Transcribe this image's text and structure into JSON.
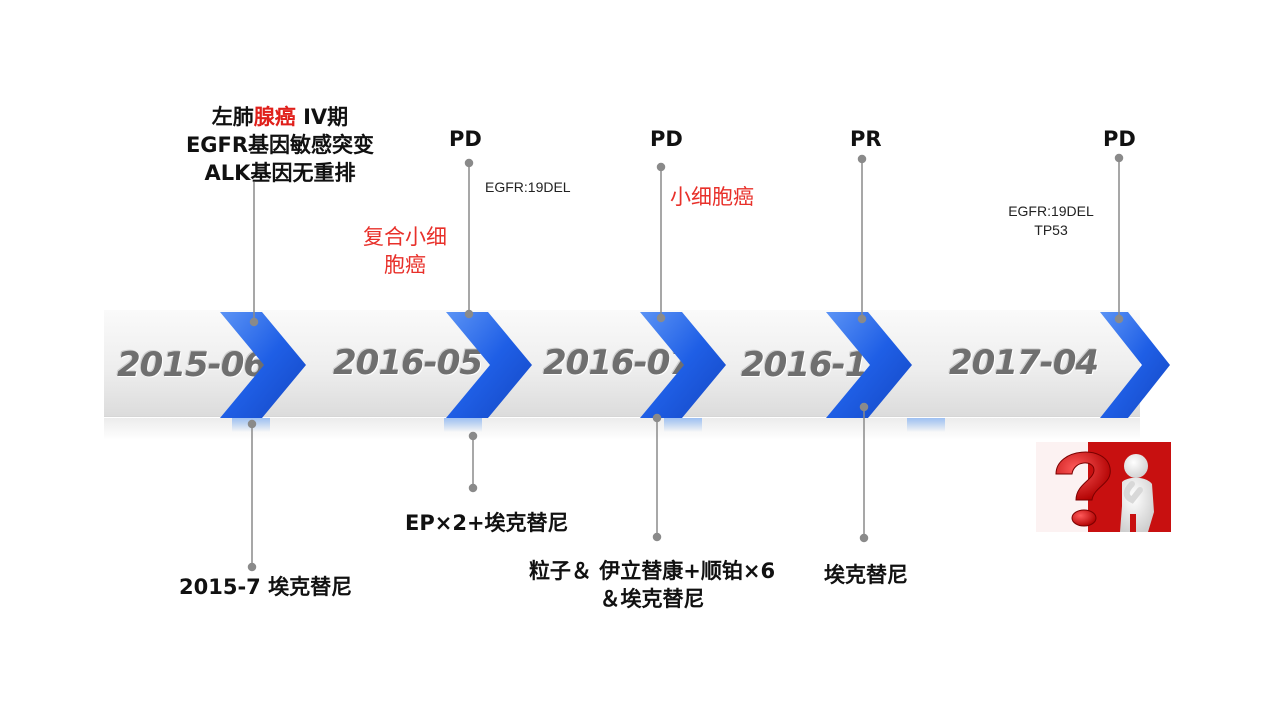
{
  "timeline": {
    "years": [
      "2015-06",
      "2016-05",
      "2016-07",
      "2016-12",
      "2017-04"
    ]
  },
  "top": {
    "diagnosis_line1_prefix": "左肺",
    "diagnosis_line1_red": "腺癌",
    "diagnosis_line1_suffix": " IV期",
    "diagnosis_line2": "EGFR基因敏感突变",
    "diagnosis_line3": "ALK基因无重排",
    "status_1": "PD",
    "status_2": "PD",
    "status_3": "PR",
    "status_4": "PD",
    "mutation_1": "EGFR:19DEL",
    "pathology_1_line1": "复合小细",
    "pathology_1_line2": "胞癌",
    "pathology_2": "小细胞癌",
    "mutation_2_line1": "EGFR:19DEL",
    "mutation_2_line2": "TP53"
  },
  "bottom": {
    "treatment_1": "2015-7 埃克替尼",
    "treatment_2": "EP×2+埃克替尼",
    "treatment_3_line1": "粒子＆ 伊立替康+顺铂×6",
    "treatment_3_line2": "＆埃克替尼",
    "treatment_4": "埃克替尼"
  },
  "colors": {
    "chevron_blue": "#1f5fe6",
    "chevron_light": "#4f8df5",
    "connector_gray": "#8a8a8a",
    "highlight_red": "#e0201b"
  },
  "image": {
    "icon": "question-mark-figure-icon"
  }
}
